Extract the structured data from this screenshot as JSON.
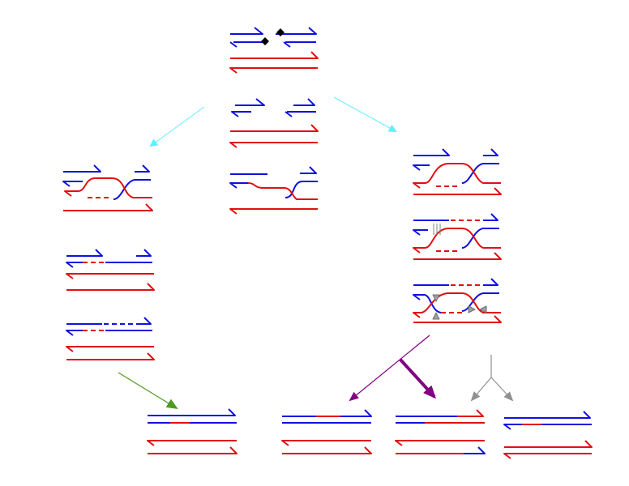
{
  "colors": {
    "blue": "#1010e0",
    "red": "#e01010",
    "cyan": "#5ff0ff",
    "green": "#4f9a20",
    "purple": "#800080",
    "gray": "#909090",
    "black": "#000000",
    "background": "#ffffff"
  },
  "diagram": {
    "type": "DNA double-strand break repair pathways",
    "panels": [
      "break-site",
      "resected-ends",
      "strand-invasion",
      "sdsa-invasion",
      "sdsa-synthesis",
      "sdsa-annealed",
      "dhj-invasion",
      "dhj-capture",
      "dhj-resolution",
      "product-noncrossover-sdsa",
      "product-noncrossover-dhj",
      "product-crossover-dhj",
      "product-crossover-alt"
    ],
    "arrows": [
      {
        "name": "arrow-to-sdsa",
        "color": "cyan"
      },
      {
        "name": "arrow-to-dhj",
        "color": "cyan"
      },
      {
        "name": "arrow-sdsa-product",
        "color": "green"
      },
      {
        "name": "arrow-dhj-noncrossover",
        "color": "purple"
      },
      {
        "name": "arrow-dhj-crossover",
        "color": "purple",
        "bold": true
      },
      {
        "name": "arrow-alt-left",
        "color": "gray"
      },
      {
        "name": "arrow-alt-right",
        "color": "gray"
      }
    ]
  }
}
